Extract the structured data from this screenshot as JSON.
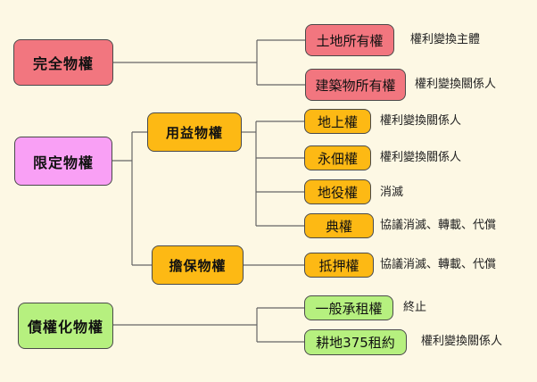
{
  "colors": {
    "background": "#fdf8e4",
    "red": "#f2767f",
    "pink": "#f9a0f5",
    "orange": "#fdb914",
    "green": "#b6f07f",
    "connector": "#666666"
  },
  "categories": {
    "complete": "完全物權",
    "limited": "限定物權",
    "creditor": "債權化物權"
  },
  "subcategories": {
    "usufructuary": "用益物權",
    "security": "擔保物權"
  },
  "rights": [
    {
      "label": "土地所有權",
      "note": "權利變換主體"
    },
    {
      "label": "建築物所有權",
      "note": "權利變換關係人"
    },
    {
      "label": "地上權",
      "note": "權利變換關係人"
    },
    {
      "label": "永佃權",
      "note": "權利變換關係人"
    },
    {
      "label": "地役權",
      "note": "消滅"
    },
    {
      "label": "典權",
      "note": "協議消滅、轉載、代償"
    },
    {
      "label": "抵押權",
      "note": "協議消滅、轉載、代償"
    },
    {
      "label": "一般承租權",
      "note": "終止"
    },
    {
      "label": "耕地375租約",
      "note": "權利變換關係人"
    }
  ]
}
